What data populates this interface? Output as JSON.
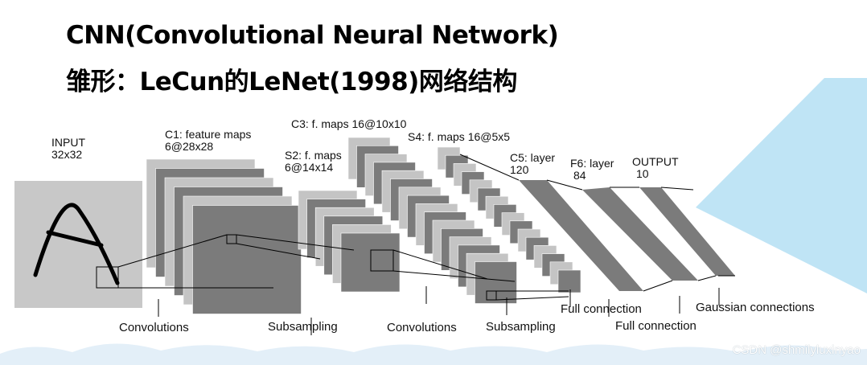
{
  "title": {
    "line1": "CNN(Convolutional Neural Network)",
    "line2": "雏形：LeCun的LeNet(1998)网络结构"
  },
  "layers": {
    "input": {
      "name": "INPUT",
      "size": "32x32"
    },
    "c1": {
      "name": "C1: feature maps",
      "size": "6@28x28"
    },
    "s2": {
      "name": "S2: f. maps",
      "size": "6@14x14"
    },
    "c3": {
      "name": "C3: f. maps 16@10x10"
    },
    "s4": {
      "name": "S4: f. maps 16@5x5"
    },
    "c5": {
      "name": "C5: layer",
      "size": "120"
    },
    "f6": {
      "name": "F6: layer",
      "size": "84"
    },
    "output": {
      "name": "OUTPUT",
      "size": "10"
    }
  },
  "operations": {
    "convolutions_1": "Convolutions",
    "subsampling_1": "Subsampling",
    "convolutions_2": "Convolutions",
    "subsampling_2": "Subsampling",
    "full_connection_1": "Full connection",
    "full_connection_2": "Full connection",
    "gaussian": "Gaussian connections"
  },
  "watermark": "CSDN @shmilyluxinyao",
  "colors": {
    "map_light": "#c4c4c4",
    "map_dark": "#7b7b7b",
    "input_bg": "#c8c8c8",
    "sky_triangle": "#bfe4f5",
    "clouds": "#e3eff8"
  }
}
